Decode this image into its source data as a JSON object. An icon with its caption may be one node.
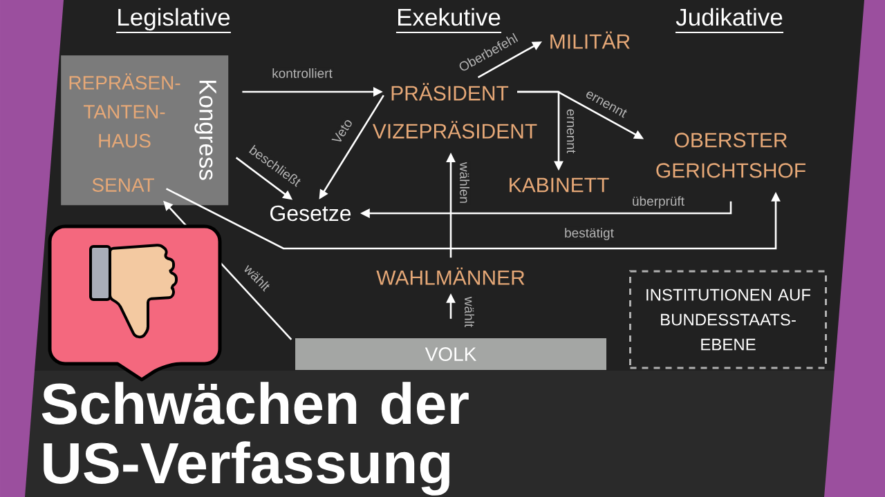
{
  "diagram": {
    "title": "Schwächen der US-Verfassung",
    "nodes": [
      {
        "text": [
          "Kongress"
        ]
      },
      {
        "text": [
          "REPRÄSEN- TANTEN- HAUS"
        ],
        "in": 0
      },
      {
        "text": [
          "SENAT"
        ],
        "in": 0
      },
      {
        "text": [
          "Gesetze"
        ]
      },
      {
        "text": [
          "PRÄSIDENT"
        ]
      },
      {
        "text": [
          "VIZEPRÄSIDENT"
        ]
      },
      {
        "text": [
          "MILITÄR"
        ]
      },
      {
        "text": [
          "KABINETT"
        ]
      },
      {
        "text": [
          "OBERSTER GERICHTSHOF"
        ]
      },
      {
        "text": [
          "WAHLMÄNNER"
        ]
      },
      {
        "text": [
          "VOLK"
        ]
      },
      {
        "text": [
          "INSTITUTIONEN AUF BUNDESSTAATS- EBENE"
        ]
      }
    ],
    "edges": [
      {
        "from": 0,
        "to": 4,
        "arrow": "to",
        "label": "kontrolliert"
      },
      {
        "from": 0,
        "to": 3,
        "arrow": "to",
        "label": "beschließt"
      },
      {
        "from": 4,
        "to": 3,
        "arrow": "to",
        "label": "Veto"
      },
      {
        "from": 4,
        "to": 6,
        "arrow": "to",
        "label": "Oberbefehl"
      },
      {
        "from": 4,
        "to": 7,
        "arrow": "to",
        "label": "ernennt"
      },
      {
        "from": 4,
        "to": 8,
        "arrow": "to",
        "label": "ernennt"
      },
      {
        "from": 8,
        "to": 3,
        "arrow": "to",
        "label": "überprüft"
      },
      {
        "from": 2,
        "to": 8,
        "arrow": "to",
        "label": "bestätigt"
      },
      {
        "from": 9,
        "to": 5,
        "arrow": "to",
        "label": "wählen"
      },
      {
        "from": 10,
        "to": 9,
        "arrow": "to",
        "label": "wählt"
      },
      {
        "from": 10,
        "to": 2,
        "arrow": "to",
        "label": "wählt"
      }
    ],
    "labels": [
      "Legislative",
      "Exekutive",
      "Judikative"
    ]
  }
}
